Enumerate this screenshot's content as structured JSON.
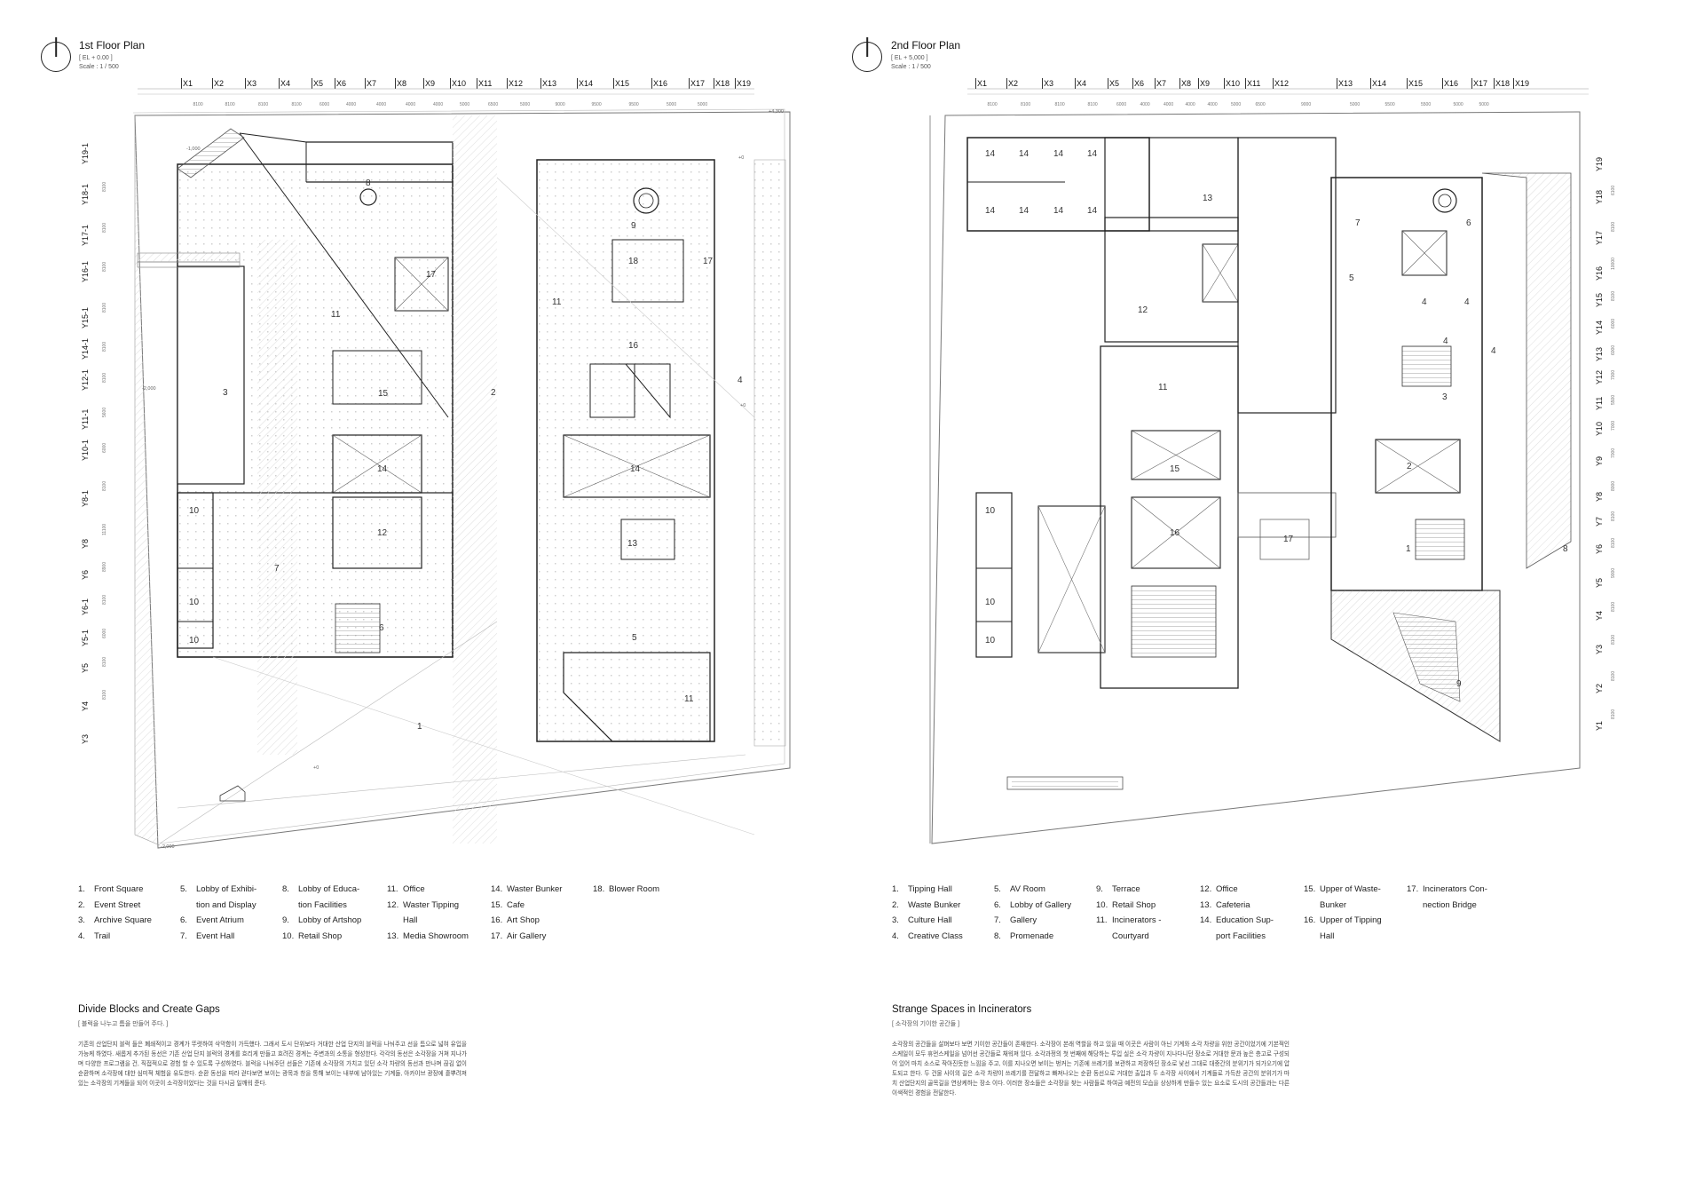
{
  "left": {
    "title": "1st Floor Plan",
    "level": "[ EL + 0.00 ]",
    "scale": "Scale : 1 / 500",
    "grid_x": [
      "X1",
      "X2",
      "X3",
      "X4",
      "X5",
      "X6",
      "X7",
      "X8",
      "X9",
      "X10",
      "X11",
      "X12",
      "X13",
      "X14",
      "X15",
      "X16",
      "X17",
      "X18",
      "X19"
    ],
    "grid_x_dims": [
      "8100",
      "8100",
      "8100",
      "8100",
      "6000",
      "4000",
      "4000",
      "4000",
      "4000",
      "5000",
      "6500",
      "5000",
      "9000",
      "9500",
      "9500",
      "5000",
      "5000"
    ],
    "grid_y": [
      "Y19-1",
      "Y18-1",
      "Y17-1",
      "Y16-1",
      "Y15-1",
      "Y14-1",
      "Y12-1",
      "Y11-1",
      "Y10-1",
      "Y8-1",
      "Y8",
      "Y6",
      "Y6-1",
      "Y5-1",
      "Y5",
      "Y4",
      "Y3"
    ],
    "grid_y_dims": [
      "8100",
      "8100",
      "8100",
      "8100",
      "8100",
      "8100",
      "5600",
      "6000",
      "8100",
      "11100",
      "8900",
      "8100",
      "6000",
      "8100",
      "8100"
    ],
    "level_marks": [
      "+4,300",
      "-1,000",
      "+0",
      "-2,000",
      "+0",
      "+0",
      "-2,000"
    ],
    "room_numbers": [
      "8",
      "17",
      "9",
      "18",
      "17",
      "11",
      "11",
      "16",
      "3",
      "15",
      "2",
      "4",
      "14",
      "14",
      "10",
      "12",
      "13",
      "7",
      "10",
      "6",
      "10",
      "5",
      "11",
      "1"
    ],
    "legend": [
      {
        "n": "1.",
        "t": "Front Square"
      },
      {
        "n": "2.",
        "t": "Event Street"
      },
      {
        "n": "3.",
        "t": "Archive Square"
      },
      {
        "n": "4.",
        "t": "Trail"
      },
      {
        "n": "5.",
        "t": "Lobby of Exhibi-\ntion and Display"
      },
      {
        "n": "6.",
        "t": "Event Atrium"
      },
      {
        "n": "7.",
        "t": "Event Hall"
      },
      {
        "n": "8.",
        "t": "Lobby of Educa-\ntion Facilities"
      },
      {
        "n": "9.",
        "t": "Lobby of Artshop"
      },
      {
        "n": "10.",
        "t": "Retail Shop"
      },
      {
        "n": "11.",
        "t": "Office"
      },
      {
        "n": "12.",
        "t": "Waster Tipping\nHall"
      },
      {
        "n": "13.",
        "t": "Media Showroom"
      },
      {
        "n": "14.",
        "t": "Waster Bunker"
      },
      {
        "n": "15.",
        "t": "Cafe"
      },
      {
        "n": "16.",
        "t": "Art Shop"
      },
      {
        "n": "17.",
        "t": "Air Gallery"
      },
      {
        "n": "18.",
        "t": "Blower Room"
      }
    ],
    "heading": "Divide Blocks and Create Gaps",
    "heading_sub": "[ 블럭을 나누고 틈을 만들어 주다. ]",
    "paragraph": "기존의 산업단지 블럭 들은 폐쇄적이고 경계가 뚜렷하여 삭막함이 가득했다. 그래서 도시 단위보다 거대한 산업 단지의 블럭을 나눠주고 선을 틈으로 넓혀 유입을 가능케 하였다. 새롭게 추가된 동선은 기존 산업 단지 블럭의 경계를 흐리게 만들고 흐려진 경계는 주변과의 소통을 형성한다. 각각의 동선은 소각장을 거쳐 지나가며 다양한 프로그램을 건, 직접적으로 경험 할 수 있도록 구성하였다. 블럭을 나눠주던 선들은 기존에 소각장의 가치고 있던 소각 차량의 동선과 만나며 끊김 없이 순환하며 소각장에 대한 심미적 체험을 유도한다. 순환 동선을 따라 걷다보면 보이는 광목과 창을 통해 보이는 내부에 남아있는 기계들, 아카이브 광장에 흩뿌려져 있는 소각장의 기계들을 되어 이곳이 소각장이었다는 것을 다시금 일깨워 준다."
  },
  "right": {
    "title": "2nd Floor Plan",
    "level": "[ EL + 5,000 ]",
    "scale": "Scale : 1 / 500",
    "grid_x": [
      "X1",
      "X2",
      "X3",
      "X4",
      "X5",
      "X6",
      "X7",
      "X8",
      "X9",
      "X10",
      "X11",
      "X12",
      "X13",
      "X14",
      "X15",
      "X16",
      "X17",
      "X18",
      "X19"
    ],
    "grid_x_dims": [
      "8100",
      "8100",
      "8100",
      "8100",
      "6000",
      "4000",
      "4000",
      "4000",
      "4000",
      "5000",
      "6500",
      "9000",
      "5000",
      "5500",
      "5500",
      "5000",
      "5000"
    ],
    "grid_y": [
      "Y19",
      "Y18",
      "Y17",
      "Y16",
      "Y15",
      "Y14",
      "Y13",
      "Y12",
      "Y11",
      "Y10",
      "Y9",
      "Y8",
      "Y7",
      "Y6",
      "Y5",
      "Y4",
      "Y3",
      "Y2",
      "Y1"
    ],
    "grid_y_dims": [
      "6100",
      "8100",
      "10000",
      "8100",
      "6000",
      "6000",
      "7000",
      "5500",
      "7000",
      "7000",
      "8000",
      "8100",
      "8100",
      "9000",
      "8100",
      "8100",
      "8100",
      "8100",
      "8100"
    ],
    "room_numbers": [
      "14",
      "14",
      "14",
      "14",
      "14",
      "14",
      "14",
      "14",
      "13",
      "7",
      "6",
      "5",
      "12",
      "4",
      "4",
      "4",
      "4",
      "11",
      "3",
      "15",
      "2",
      "10",
      "16",
      "17",
      "1",
      "8",
      "10",
      "10",
      "9"
    ],
    "legend": [
      {
        "n": "1.",
        "t": "Tipping Hall"
      },
      {
        "n": "2.",
        "t": "Waste Bunker"
      },
      {
        "n": "3.",
        "t": "Culture Hall"
      },
      {
        "n": "4.",
        "t": "Creative Class"
      },
      {
        "n": "5.",
        "t": "AV Room"
      },
      {
        "n": "6.",
        "t": "Lobby of Gallery"
      },
      {
        "n": "7.",
        "t": "Gallery"
      },
      {
        "n": "8.",
        "t": "Promenade"
      },
      {
        "n": "9.",
        "t": "Terrace"
      },
      {
        "n": "10.",
        "t": "Retail Shop"
      },
      {
        "n": "11.",
        "t": "Incinerators -\nCourtyard"
      },
      {
        "n": "12.",
        "t": "Office"
      },
      {
        "n": "13.",
        "t": "Cafeteria"
      },
      {
        "n": "14.",
        "t": "Education Sup-\nport Facilities"
      },
      {
        "n": "15.",
        "t": "Upper of Waste-\nBunker"
      },
      {
        "n": "16.",
        "t": "Upper of Tipping\nHall"
      },
      {
        "n": "17.",
        "t": "Incinerators Con-\nnection Bridge"
      }
    ],
    "heading": "Strange Spaces in Incinerators",
    "heading_sub": "[ 소각장의 기이한 공간들 ]",
    "paragraph": "소각장의 공간들을 살펴보다 보면 기이한 공간들이 존재한다. 소각장이 본래 역할을 하고 있을 때 이곳은 사람이 아닌 기계와 소각 차량을 위한 공간이었기에 기본적인 스케일이 모두 휴먼스케일을 넘어선 공간들로 채워져 있다. 소각과정의 첫 번째에 해당하는 투입 실은 소각 차량이 지나다니던 장소로 거대한 문과 높은 층고로 구성되어 있어 마치 소스로 작아진듯한 느낌을 주고, 이를 지나오면 보이는 벙커는 기존에 쓰레기를 보관하고 저장하던 장소로 낯선 그대로 대중간의 분위기가 되가오기에 압도되고 한다. 두 건물 사이의 길은 소각 차량이 쓰레기를 전달하고 빠져나오는 순환 동선으로 거대한 출입과 두 소각장 사이에서 기계들로 가득찬 공간의 분위기가 마치 산업단지의 골목길을 연상케하는 장소 이다. 이러한 장소들은 소각장을 찾는 사람들로 하여금 예전의 모습을 상상하게 만들수 있는 요소로 도시의 공간들과는 다른 이색적인 경험을 전달한다."
  }
}
